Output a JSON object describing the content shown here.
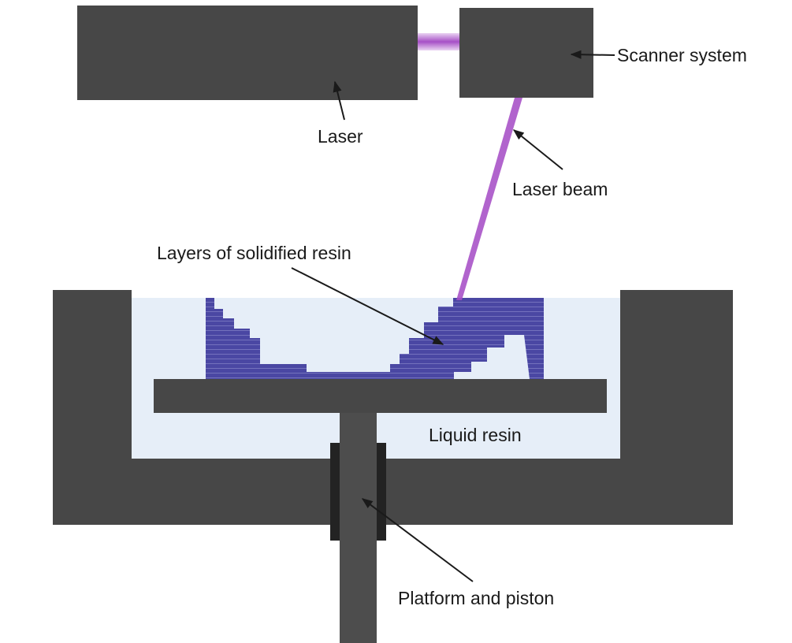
{
  "labels": {
    "scanner": "Scanner system",
    "laser": "Laser",
    "beam": "Laser beam",
    "layers": "Layers of solidified resin",
    "liquid": "Liquid resin",
    "platform": "Platform and piston"
  },
  "colors": {
    "housing": "#474747",
    "resin_liquid": "#e6eef8",
    "resin_solid": "#4a47a3",
    "beam": "#a64fc6",
    "background": "#ffffff"
  }
}
